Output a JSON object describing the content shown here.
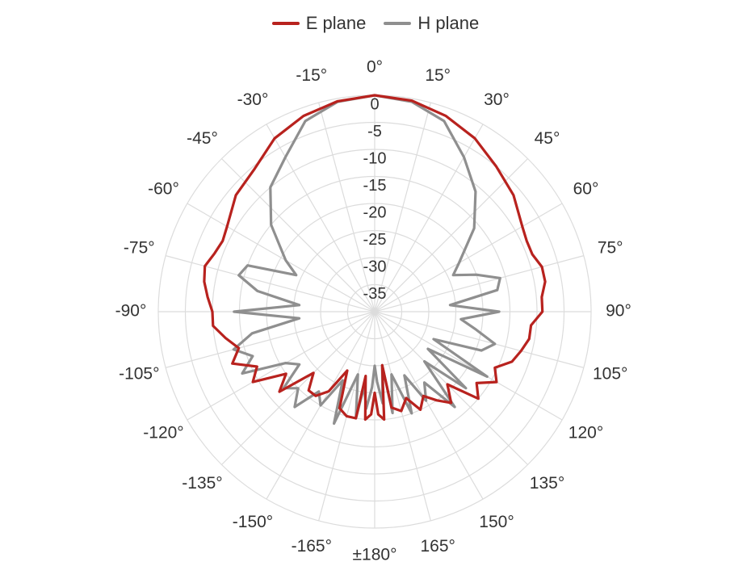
{
  "chart_data": {
    "type": "polar-line",
    "title": "",
    "legend": {
      "position": "top"
    },
    "angle_unit": "degrees",
    "angle_direction": "clockwise",
    "angle_zero": "top",
    "angular_ticks": [
      {
        "angle": 0,
        "label": "0°"
      },
      {
        "angle": 15,
        "label": "15°"
      },
      {
        "angle": 30,
        "label": "30°"
      },
      {
        "angle": 45,
        "label": "45°"
      },
      {
        "angle": 60,
        "label": "60°"
      },
      {
        "angle": 75,
        "label": "75°"
      },
      {
        "angle": 90,
        "label": "90°"
      },
      {
        "angle": 105,
        "label": "105°"
      },
      {
        "angle": 120,
        "label": "120°"
      },
      {
        "angle": 135,
        "label": "135°"
      },
      {
        "angle": 150,
        "label": "150°"
      },
      {
        "angle": 165,
        "label": "165°"
      },
      {
        "angle": 180,
        "label": "±180°"
      },
      {
        "angle": -165,
        "label": "-165°"
      },
      {
        "angle": -150,
        "label": "-150°"
      },
      {
        "angle": -135,
        "label": "-135°"
      },
      {
        "angle": -120,
        "label": "-120°"
      },
      {
        "angle": -105,
        "label": "-105°"
      },
      {
        "angle": -90,
        "label": "-90°"
      },
      {
        "angle": -75,
        "label": "-75°"
      },
      {
        "angle": -60,
        "label": "-60°"
      },
      {
        "angle": -45,
        "label": "-45°"
      },
      {
        "angle": -30,
        "label": "-30°"
      },
      {
        "angle": -15,
        "label": "-15°"
      }
    ],
    "radial_axis": {
      "range": [
        -40,
        0
      ],
      "ticks": [
        0,
        -5,
        -10,
        -15,
        -20,
        -25,
        -30,
        -35
      ],
      "tick_labels": [
        "0",
        "-5",
        "-10",
        "-15",
        "-20",
        "-25",
        "-30",
        "-35"
      ]
    },
    "grid": true,
    "series": [
      {
        "name": "E plane",
        "color": "#b8221e",
        "theta": [
          0,
          10,
          20,
          30,
          40,
          50,
          60,
          65,
          70,
          75,
          80,
          85,
          90,
          95,
          100,
          105,
          110,
          115,
          120,
          125,
          130,
          135,
          140,
          145,
          150,
          155,
          160,
          165,
          170,
          172,
          175,
          178,
          180,
          -178,
          -175,
          -172,
          -170,
          -165,
          -160,
          -155,
          -150,
          -145,
          -140,
          -135,
          -130,
          -125,
          -120,
          -115,
          -110,
          -105,
          -100,
          -95,
          -90,
          -85,
          -80,
          -75,
          -70,
          -65,
          -60,
          -50,
          -40,
          -30,
          -20,
          -10
        ],
        "r": [
          0,
          -0.4,
          -1.5,
          -3,
          -5,
          -6.5,
          -8.5,
          -9,
          -9,
          -8,
          -8,
          -9,
          -9,
          -11,
          -11,
          -12,
          -13,
          -15.5,
          -14,
          -17,
          -15,
          -21,
          -18,
          -20,
          -22,
          -20,
          -23,
          -21,
          -22,
          -30,
          -20,
          -21,
          -25,
          -21,
          -20,
          -28,
          -20,
          -20,
          -21,
          -28,
          -23,
          -21,
          -21,
          -24,
          -17,
          -20,
          -14,
          -16,
          -12,
          -14,
          -12,
          -10,
          -10,
          -9,
          -8,
          -7.5,
          -8.5,
          -9,
          -8.5,
          -6.5,
          -5.5,
          -3,
          -1.5,
          -0.5
        ]
      },
      {
        "name": "H plane",
        "color": "#8f8f8f",
        "theta": [
          0,
          10,
          20,
          30,
          40,
          50,
          60,
          65,
          70,
          75,
          80,
          85,
          90,
          95,
          100,
          105,
          110,
          115,
          120,
          125,
          130,
          135,
          140,
          145,
          150,
          155,
          160,
          165,
          170,
          172,
          175,
          178,
          180,
          -178,
          -175,
          -172,
          -170,
          -165,
          -160,
          -155,
          -150,
          -145,
          -140,
          -135,
          -130,
          -125,
          -120,
          -115,
          -110,
          -105,
          -100,
          -95,
          -90,
          -85,
          -80,
          -75,
          -70,
          -65,
          -60,
          -50,
          -40,
          -30,
          -20,
          -10
        ],
        "r": [
          0,
          -0.6,
          -2.5,
          -7,
          -11,
          -16,
          -22,
          -24,
          -20,
          -16,
          -17,
          -26,
          -17,
          -24,
          -21,
          -17,
          -19,
          -28,
          -16,
          -28,
          -18,
          -27,
          -17,
          -24,
          -21,
          -27,
          -20,
          -28,
          -21,
          -30,
          -23,
          -27,
          -30,
          -26,
          -22,
          -26,
          -20,
          -28,
          -18,
          -26,
          -20,
          -22,
          -17,
          -20,
          -18,
          -23,
          -21,
          -13,
          -16,
          -13,
          -17,
          -26,
          -14,
          -26,
          -18,
          -14,
          -15,
          -24,
          -21,
          -15,
          -10,
          -7,
          -2.5,
          -0.6
        ]
      }
    ]
  }
}
